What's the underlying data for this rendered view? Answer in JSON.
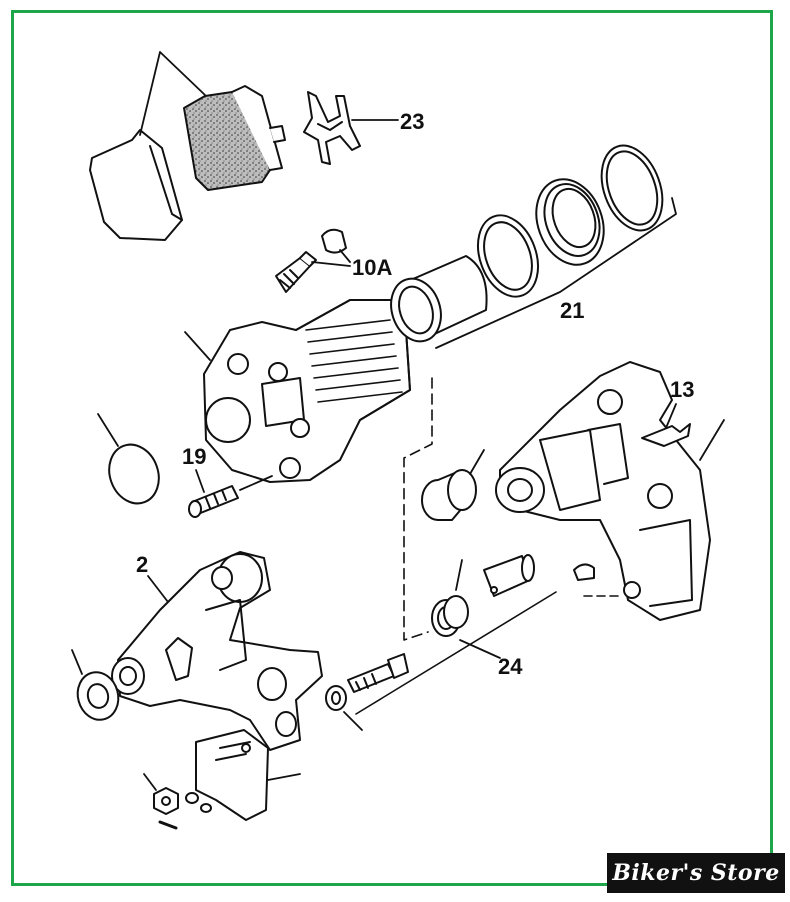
{
  "diagram": {
    "callouts": {
      "c23": "23",
      "c10a": "10A",
      "c21": "21",
      "c13": "13",
      "c19": "19",
      "c2": "2",
      "c24": "24"
    }
  },
  "watermark": {
    "text": "Biker's Store"
  },
  "colors": {
    "frame": "#1fa64a",
    "line": "#111111",
    "pad_fill": "#9a9a9a"
  }
}
